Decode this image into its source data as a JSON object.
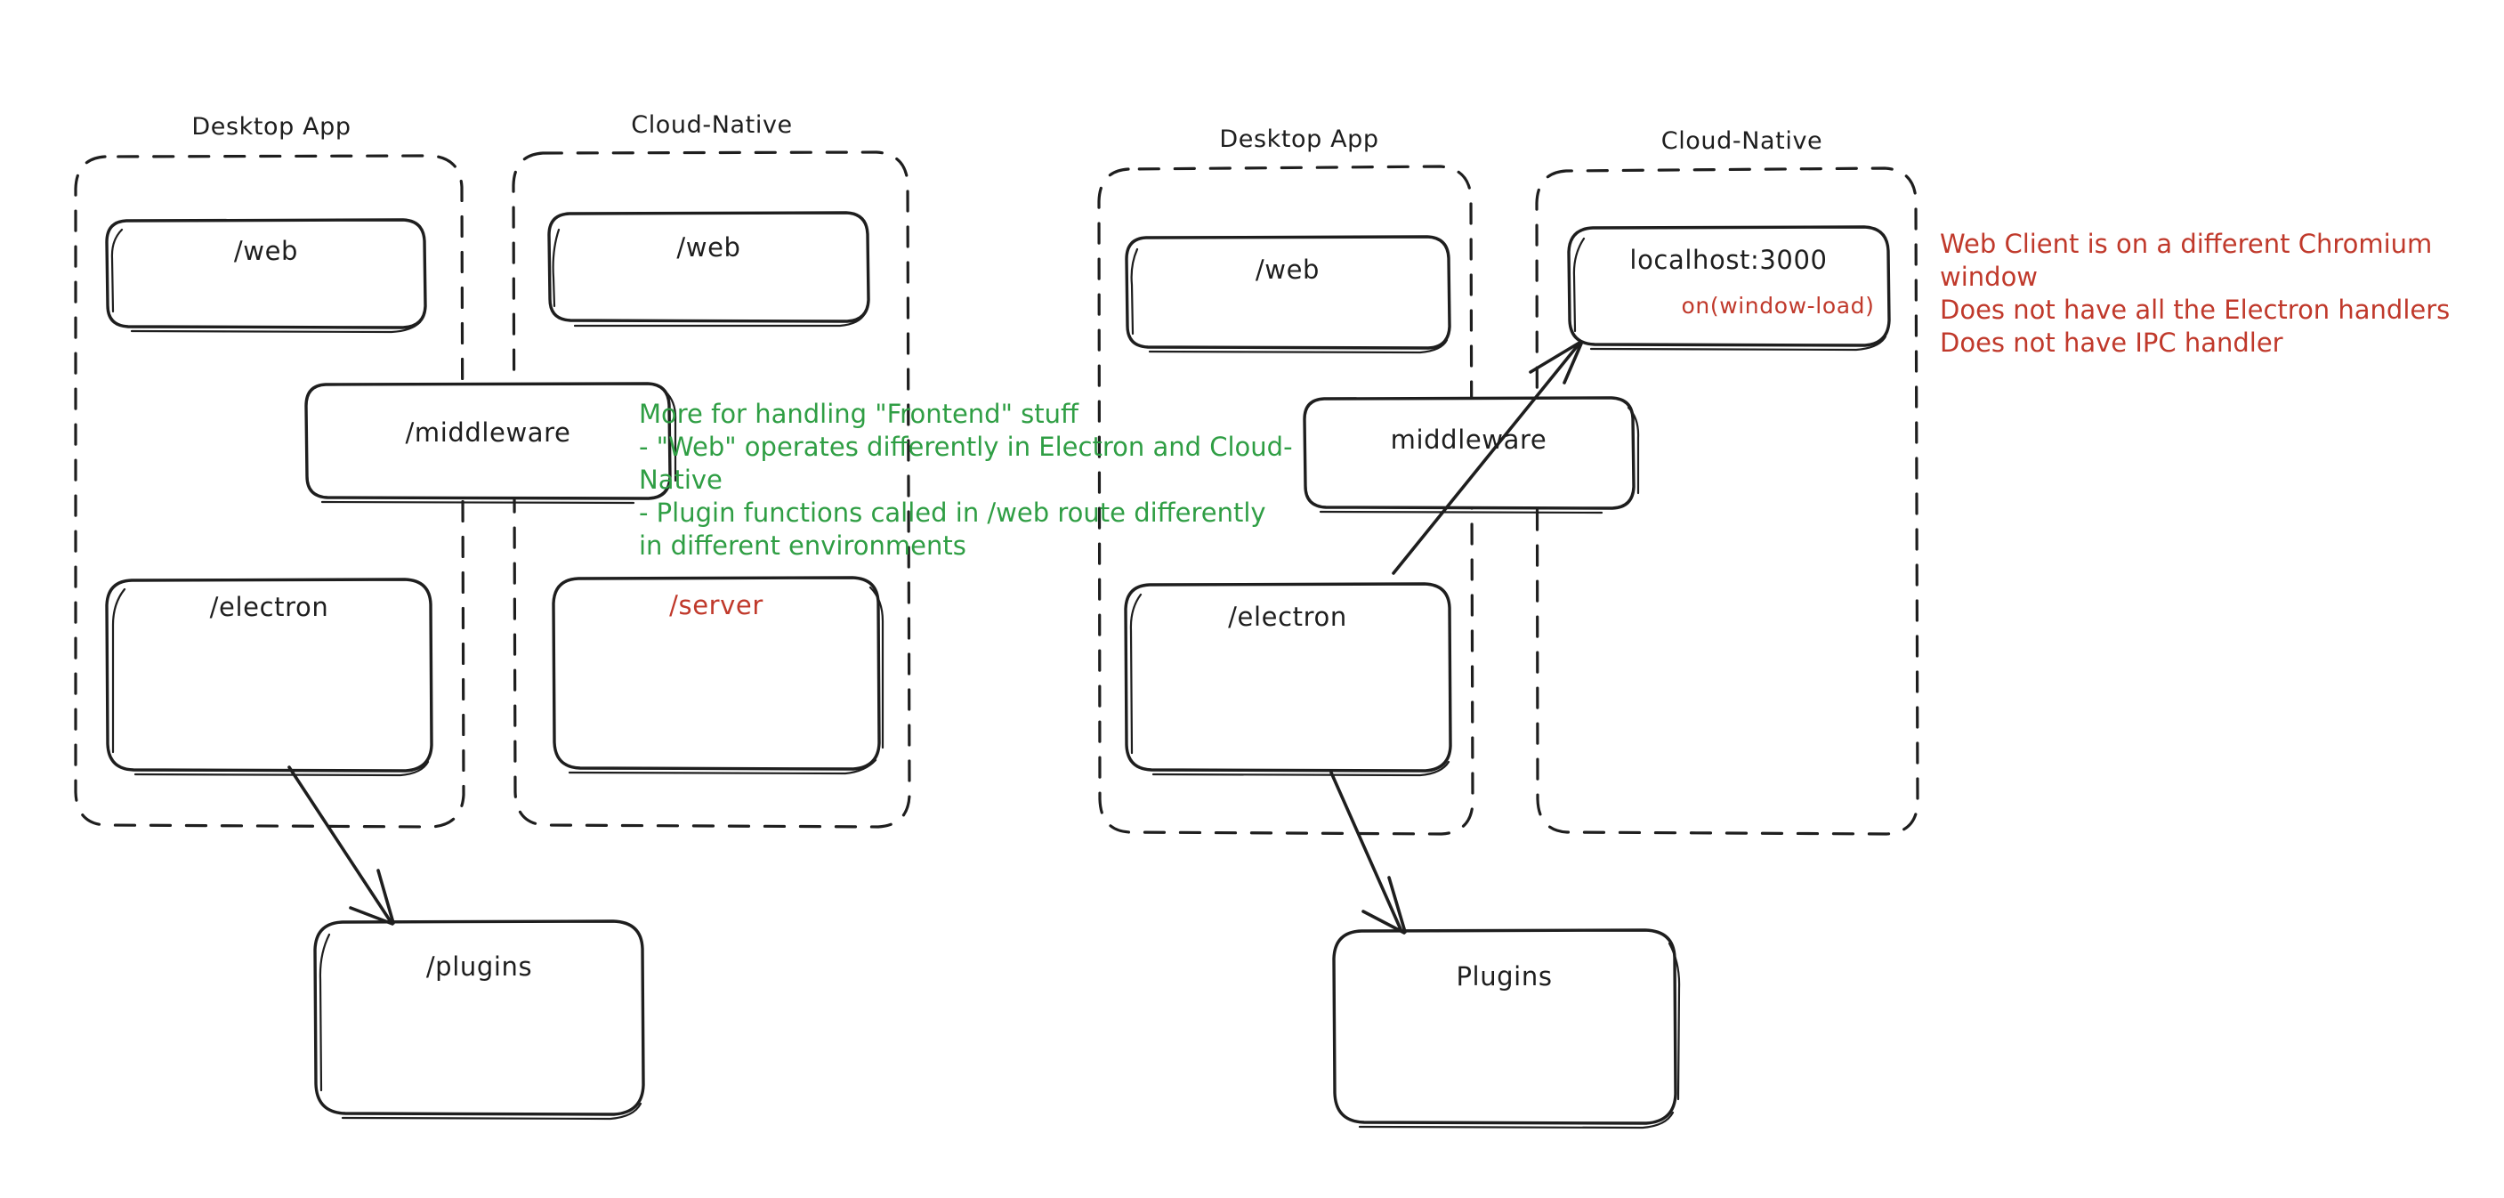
{
  "diagram": {
    "title_style": "hand-drawn whiteboard architecture sketch",
    "colors": {
      "stroke": "#1e1e1e",
      "green": "#2f9e44",
      "red": "#c0392b",
      "background": "#ffffff"
    },
    "groups": [
      {
        "id": "left-desktop-app",
        "label": "Desktop App"
      },
      {
        "id": "left-cloud-native",
        "label": "Cloud-Native"
      },
      {
        "id": "right-desktop-app",
        "label": "Desktop App"
      },
      {
        "id": "right-cloud-native",
        "label": "Cloud-Native"
      }
    ],
    "left_diagram": {
      "nodes": [
        {
          "id": "left-web-desktop",
          "label": "/web",
          "color": "#1e1e1e"
        },
        {
          "id": "left-web-cloud",
          "label": "/web",
          "color": "#1e1e1e"
        },
        {
          "id": "left-middleware",
          "label": "/middleware",
          "color": "#1e1e1e"
        },
        {
          "id": "left-electron",
          "label": "/electron",
          "color": "#1e1e1e"
        },
        {
          "id": "left-server",
          "label": "/server",
          "color": "#c0392b"
        },
        {
          "id": "left-plugins",
          "label": "/plugins",
          "color": "#1e1e1e"
        }
      ],
      "edges": [
        {
          "id": "left-electron-to-plugins",
          "from": "/electron",
          "to": "/plugins"
        }
      ],
      "note": {
        "color": "#2f9e44",
        "lines": [
          "More for handling \"Frontend\" stuff",
          "- \"Web\" operates differently in Electron and Cloud-Native",
          "- Plugin functions called in /web route differently",
          "in different environments"
        ]
      }
    },
    "right_diagram": {
      "nodes": [
        {
          "id": "right-web-desktop",
          "label": "/web",
          "color": "#1e1e1e"
        },
        {
          "id": "right-localhost",
          "label": "localhost:3000",
          "color": "#1e1e1e",
          "sublabel": "on(window-load)",
          "sublabel_color": "#c0392b"
        },
        {
          "id": "right-middleware",
          "label": "middleware",
          "color": "#1e1e1e"
        },
        {
          "id": "right-electron",
          "label": "/electron",
          "color": "#1e1e1e"
        },
        {
          "id": "right-plugins",
          "label": "Plugins",
          "color": "#1e1e1e"
        }
      ],
      "edges": [
        {
          "id": "right-electron-to-plugins",
          "from": "/electron",
          "to": "Plugins"
        },
        {
          "id": "right-electron-to-localhost",
          "from": "/electron",
          "to": "localhost:3000"
        }
      ],
      "note": {
        "color": "#c0392b",
        "lines": [
          "Web Client is on a different Chromium window",
          "Does not have all the Electron handlers",
          "Does not have IPC handler"
        ]
      }
    }
  }
}
